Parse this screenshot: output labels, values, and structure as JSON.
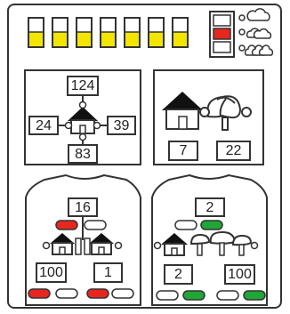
{
  "colors": {
    "outline": "#333333",
    "yellow": "#f2e600",
    "red": "#e8261e",
    "green": "#1fa637",
    "white": "#ffffff"
  },
  "top_bar": {
    "yellow_meters": 7,
    "selector_states": [
      "off",
      "on",
      "off"
    ],
    "selector_icons": [
      "single-cloud-icon",
      "double-cloud-icon",
      "triple-cloud-icon"
    ]
  },
  "card_sources": {
    "top": "124",
    "left": "24",
    "right": "39",
    "bottom": "83"
  },
  "card_scene": {
    "house": "7",
    "trees": "22"
  },
  "shirt_left": {
    "top": "16",
    "bottom_left": "100",
    "bottom_right": "1",
    "top_pills": [
      "red",
      "white"
    ],
    "bottom_pills": [
      "red",
      "white",
      "red",
      "white"
    ]
  },
  "shirt_right": {
    "top": "2",
    "bottom_left": "2",
    "bottom_right": "100",
    "top_pills": [
      "white",
      "green"
    ],
    "bottom_pills": [
      "white",
      "green",
      "white",
      "green"
    ]
  }
}
